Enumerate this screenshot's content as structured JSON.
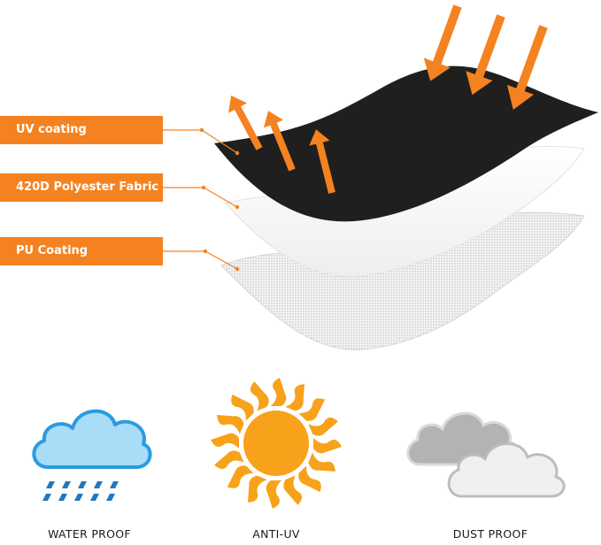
{
  "layers": [
    {
      "label": "UV coating"
    },
    {
      "label": "420D Polyester Fabric"
    },
    {
      "label": "PU Coating"
    }
  ],
  "features": [
    {
      "label": "WATER PROOF",
      "icon": "rain-cloud-icon"
    },
    {
      "label": "ANTI-UV",
      "icon": "sun-icon"
    },
    {
      "label": "DUST PROOF",
      "icon": "grey-clouds-icon"
    }
  ],
  "colors": {
    "accent": "#f58220",
    "top_layer": "#1f1f1f",
    "rain_cloud": "#a8dcf7",
    "rain_cloud_outline": "#2b9be0",
    "rain_drops": "#2277bf",
    "sun": "#f7a21a",
    "dust_cloud_back": "#b3b3b3",
    "dust_cloud_front": "#f0f0f0"
  }
}
